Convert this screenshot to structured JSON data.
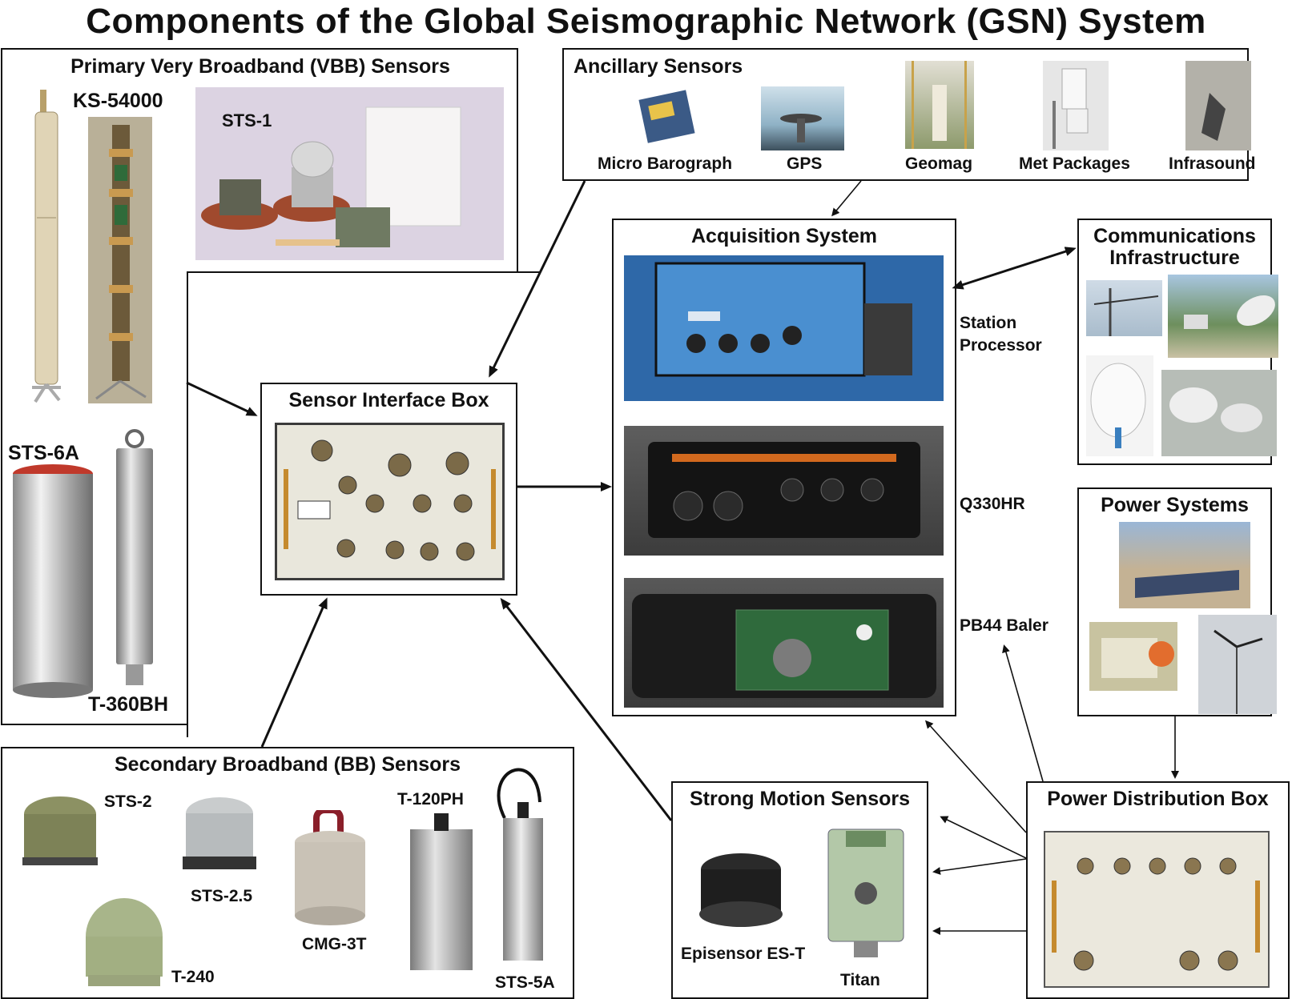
{
  "title": "Components of the Global Seismographic Network (GSN) System",
  "panels": {
    "vbb": {
      "title": "Primary Very Broadband (VBB) Sensors",
      "labels": {
        "ks54000": "KS-54000",
        "sts1": "STS-1",
        "sts6a": "STS-6A",
        "t360bh": "T-360BH"
      }
    },
    "ancillary": {
      "title": "Ancillary Sensors",
      "items": [
        "Micro Barograph",
        "GPS",
        "Geomag",
        "Met Packages",
        "Infrasound"
      ]
    },
    "acquisition": {
      "title": "Acquisition System",
      "labels": {
        "station_processor": "Station\nProcessor",
        "q330hr": "Q330HR",
        "pb44": "PB44 Baler"
      }
    },
    "comms": {
      "title": "Communications\nInfrastructure"
    },
    "power_systems": {
      "title": "Power Systems"
    },
    "sensor_interface": {
      "title": "Sensor Interface Box"
    },
    "secondary": {
      "title": "Secondary Broadband (BB) Sensors",
      "labels": {
        "sts2": "STS-2",
        "sts25": "STS-2.5",
        "t240": "T-240",
        "cmg3t": "CMG-3T",
        "t120ph": "T-120PH",
        "sts5a": "STS-5A"
      }
    },
    "strong_motion": {
      "title": "Strong Motion Sensors",
      "labels": {
        "episensor": "Episensor ES-T",
        "titan": "Titan"
      }
    },
    "power_distribution": {
      "title": "Power Distribution Box"
    }
  }
}
